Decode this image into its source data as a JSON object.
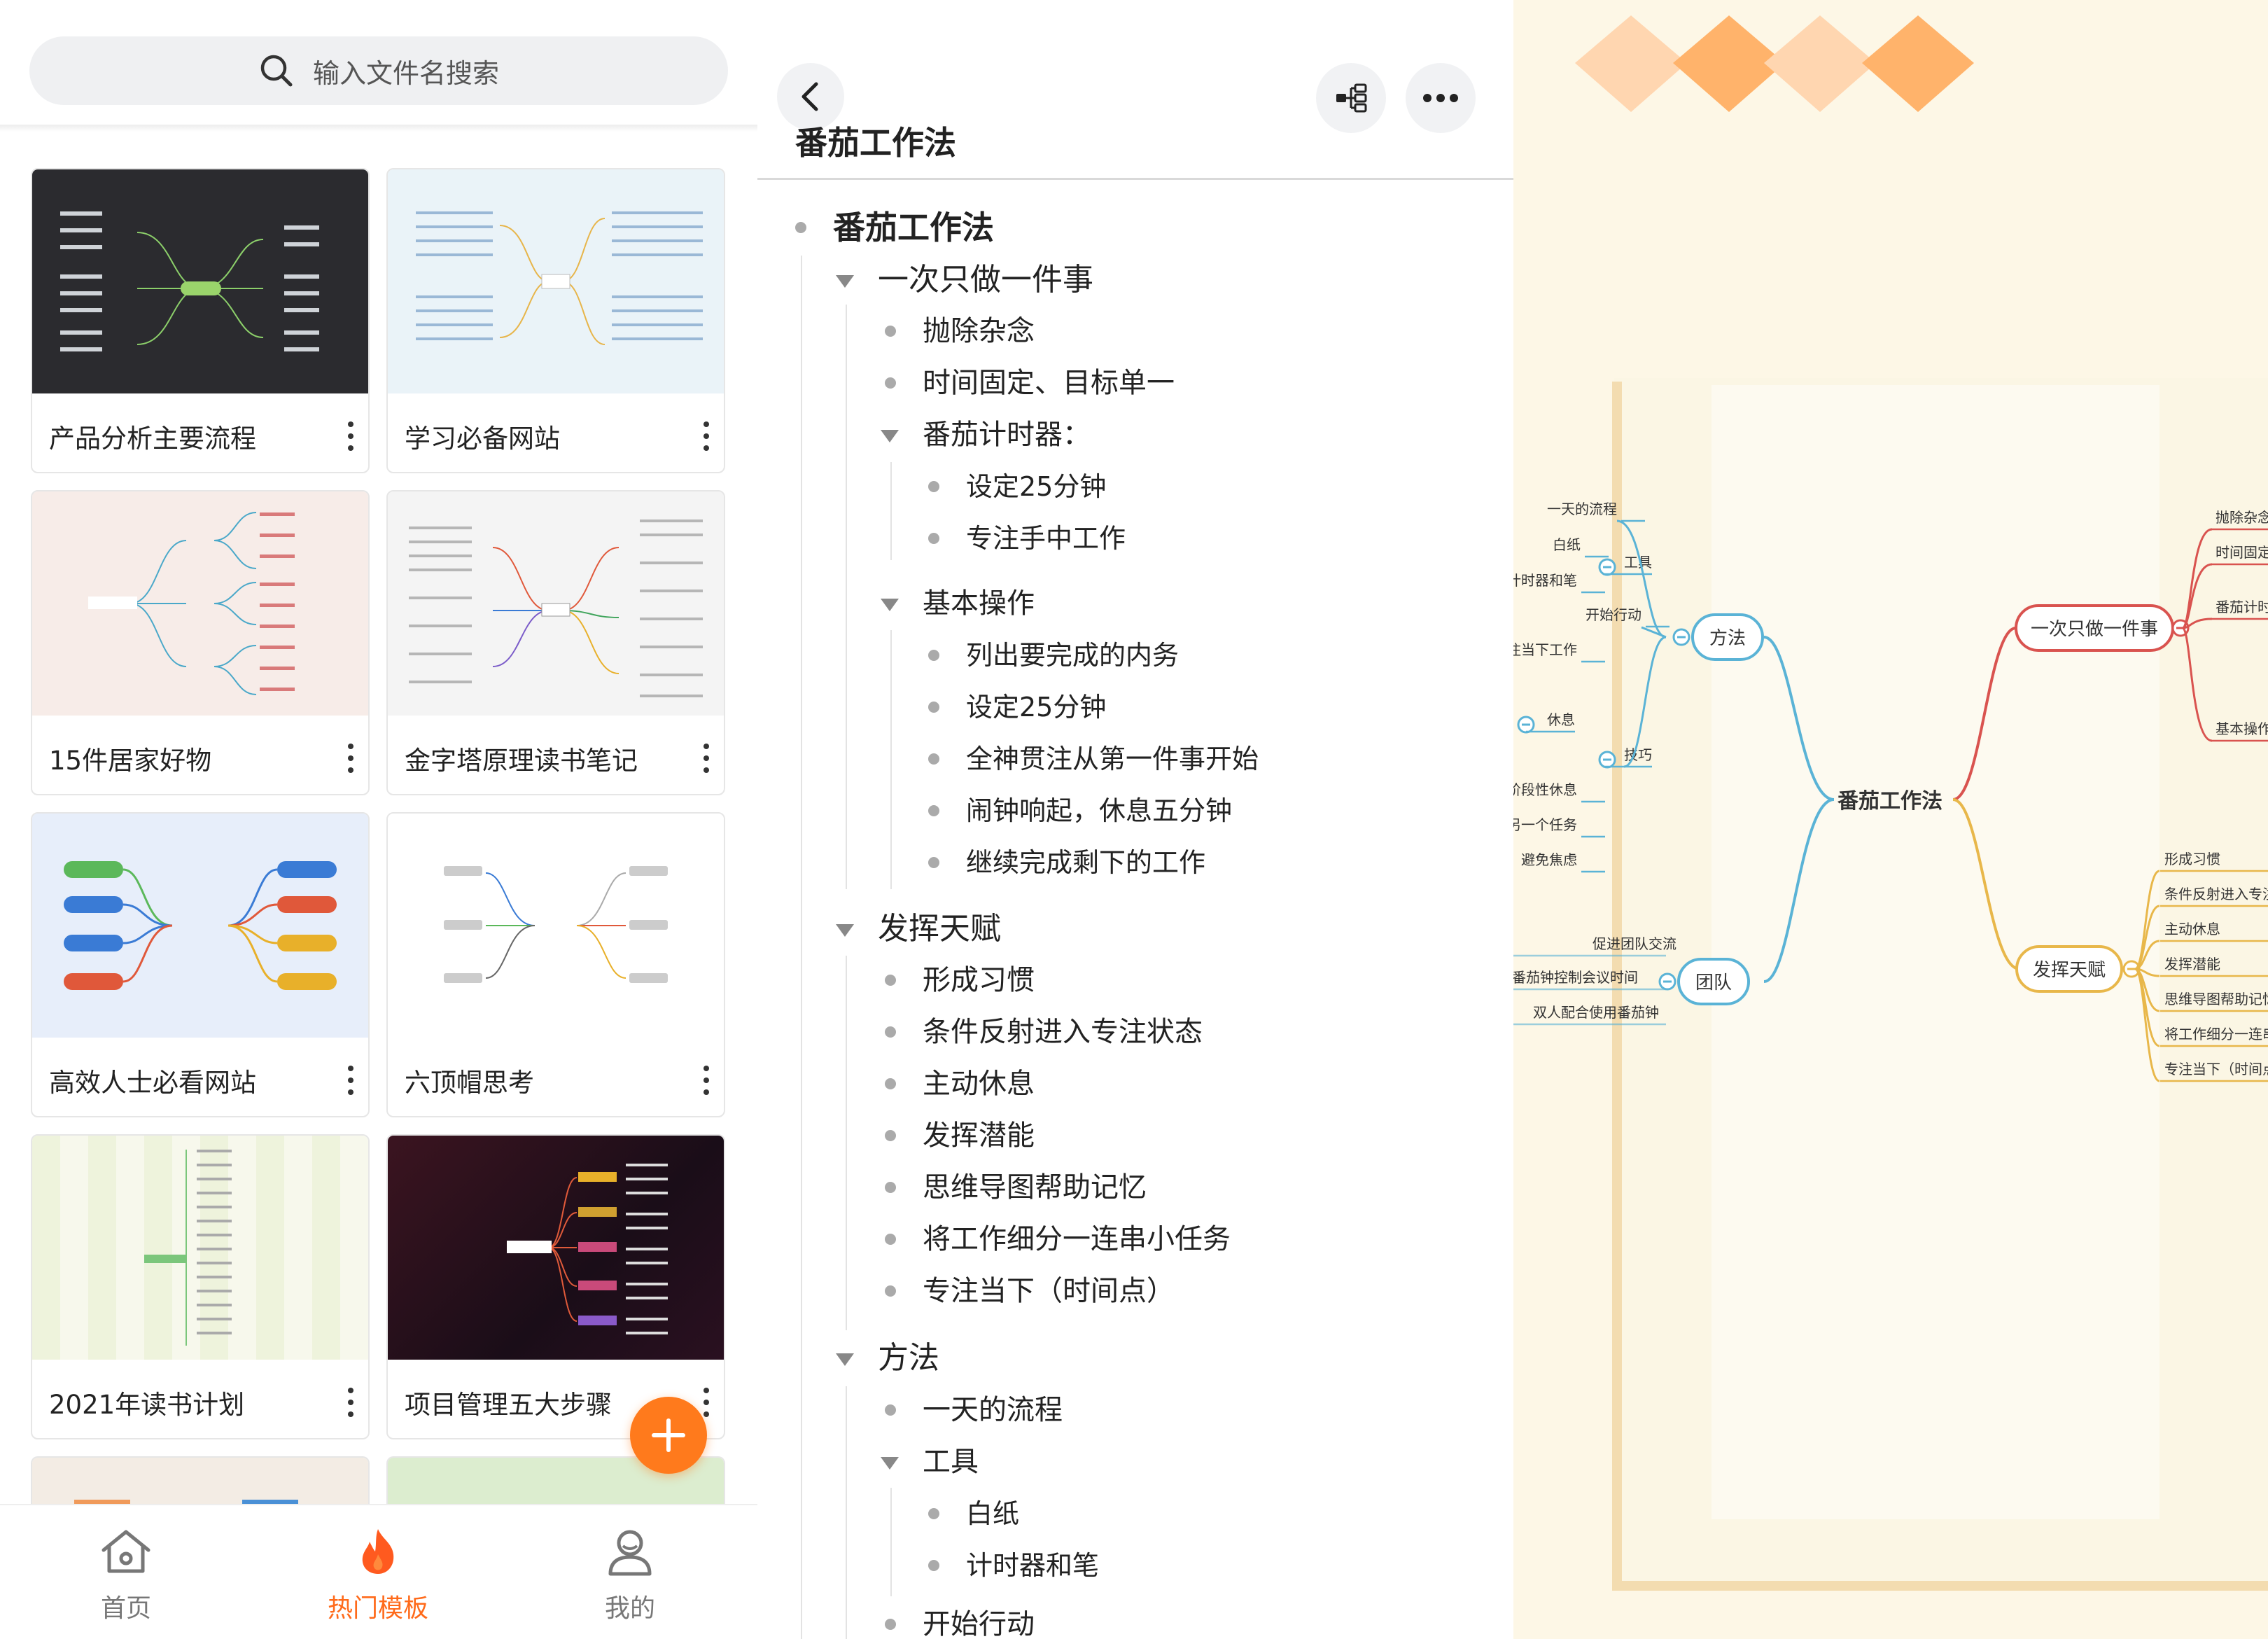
{
  "template_list": {
    "search_placeholder": "输入文件名搜索",
    "cards": [
      {
        "title": "产品分析主要流程",
        "thumb_theme": "dark"
      },
      {
        "title": "学习必备网站",
        "thumb_theme": "light-blue"
      },
      {
        "title": "15件居家好物",
        "thumb_theme": "pink"
      },
      {
        "title": "金字塔原理读书笔记",
        "thumb_theme": "light-grey"
      },
      {
        "title": "高效人士必看网站",
        "thumb_theme": "blue"
      },
      {
        "title": "六顶帽思考",
        "thumb_theme": "white"
      },
      {
        "title": "2021年读书计划",
        "thumb_theme": "checker-green"
      },
      {
        "title": "项目管理五大步骤",
        "thumb_theme": "dark-photo"
      }
    ],
    "bottom_nav": [
      {
        "label": "首页",
        "icon": "home-icon",
        "active": false
      },
      {
        "label": "热门模板",
        "icon": "flame-icon",
        "active": true
      },
      {
        "label": "我的",
        "icon": "user-icon",
        "active": false
      }
    ],
    "accent_color": "#ff6a1a"
  },
  "outline_view": {
    "title": "番茄工作法",
    "items": [
      {
        "text": "番茄工作法",
        "level": 0,
        "marker": "dot"
      },
      {
        "text": "一次只做一件事",
        "level": 1,
        "marker": "tri"
      },
      {
        "text": "抛除杂念",
        "level": 2,
        "marker": "dot"
      },
      {
        "text": "时间固定、目标单一",
        "level": 2,
        "marker": "dot"
      },
      {
        "text": "番茄计时器：",
        "level": 2,
        "marker": "tri"
      },
      {
        "text": "设定25分钟",
        "level": 3,
        "marker": "dot"
      },
      {
        "text": "专注手中工作",
        "level": 3,
        "marker": "dot"
      },
      {
        "text": "基本操作",
        "level": 2,
        "marker": "tri"
      },
      {
        "text": "列出要完成的内务",
        "level": 3,
        "marker": "dot"
      },
      {
        "text": "设定25分钟",
        "level": 3,
        "marker": "dot"
      },
      {
        "text": "全神贯注从第一件事开始",
        "level": 3,
        "marker": "dot"
      },
      {
        "text": "闹钟响起，休息五分钟",
        "level": 3,
        "marker": "dot"
      },
      {
        "text": "继续完成剩下的工作",
        "level": 3,
        "marker": "dot"
      },
      {
        "text": "发挥天赋",
        "level": 1,
        "marker": "tri"
      },
      {
        "text": "形成习惯",
        "level": 2,
        "marker": "dot"
      },
      {
        "text": "条件反射进入专注状态",
        "level": 2,
        "marker": "dot"
      },
      {
        "text": "主动休息",
        "level": 2,
        "marker": "dot"
      },
      {
        "text": "发挥潜能",
        "level": 2,
        "marker": "dot"
      },
      {
        "text": "思维导图帮助记忆",
        "level": 2,
        "marker": "dot"
      },
      {
        "text": "将工作细分一连串小任务",
        "level": 2,
        "marker": "dot"
      },
      {
        "text": "专注当下（时间点）",
        "level": 2,
        "marker": "dot"
      },
      {
        "text": "方法",
        "level": 1,
        "marker": "tri"
      },
      {
        "text": "一天的流程",
        "level": 2,
        "marker": "dot"
      },
      {
        "text": "工具",
        "level": 2,
        "marker": "tri"
      },
      {
        "text": "白纸",
        "level": 3,
        "marker": "dot"
      },
      {
        "text": "计时器和笔",
        "level": 3,
        "marker": "dot"
      },
      {
        "text": "开始行动",
        "level": 2,
        "marker": "dot"
      }
    ]
  },
  "mindmap_view": {
    "root": "番茄工作法",
    "branches": {
      "method": {
        "label": "方法",
        "color": "#5ab3d6",
        "children": [
          "一天的流程",
          "白纸",
          "工具",
          "计时器和笔",
          "开始行动",
          "注当下工作",
          "休息",
          "技巧",
          "阶段性休息",
          "另一个任务",
          "F，避免焦虑"
        ]
      },
      "team": {
        "label": "团队",
        "color": "#5ab3d6",
        "children": [
          "促进团队交流",
          "用番茄钟控制会议时间",
          "双人配合使用番茄钟"
        ]
      },
      "one_thing": {
        "label": "一次只做一件事",
        "color": "#d9534f",
        "children": [
          "抛除杂念",
          "时间固定",
          "番茄计时",
          "基本操作"
        ]
      },
      "talent": {
        "label": "发挥天赋",
        "color": "#e8b74a",
        "children": [
          "形成习惯",
          "条件反射进入专注",
          "主动休息",
          "发挥潜能",
          "思维导图帮助记忆",
          "将工作细分一连串",
          "专注当下（时间点"
        ]
      }
    }
  }
}
